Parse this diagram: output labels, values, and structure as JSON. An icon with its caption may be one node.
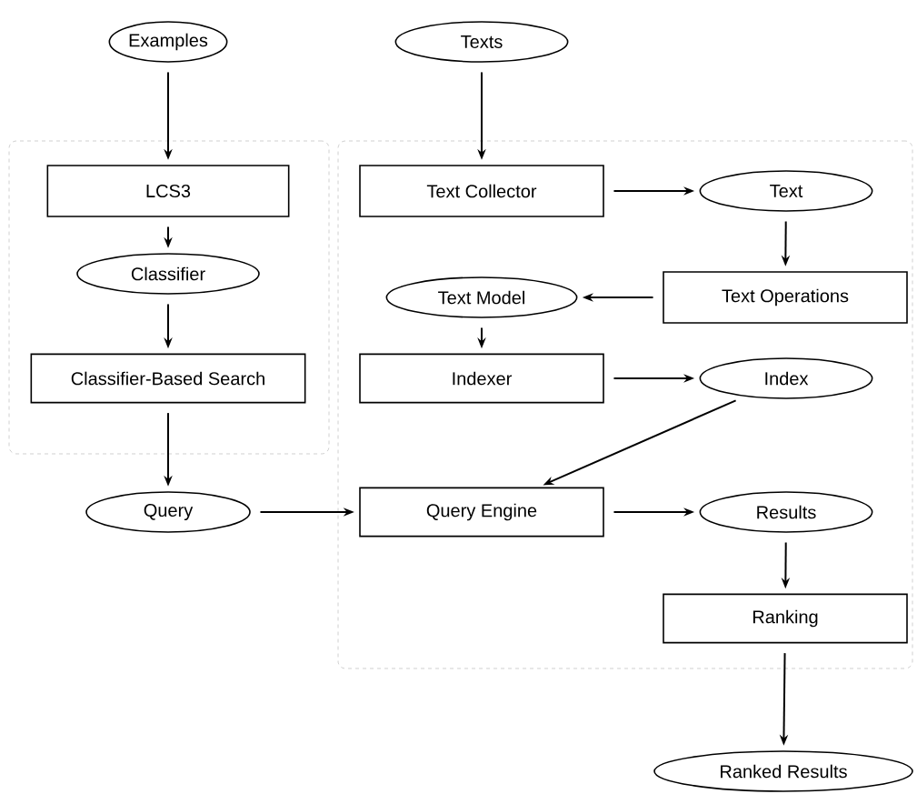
{
  "diagram": {
    "nodes": [
      {
        "text": [
          "Examples"
        ]
      },
      {
        "text": [
          "Texts"
        ]
      },
      {
        "text": [],
        "shape": "box"
      },
      {
        "text": [
          "LCS3"
        ],
        "in": 2
      },
      {
        "text": [
          "Classifier"
        ],
        "in": 2
      },
      {
        "text": [
          "Classifier-Based Search"
        ],
        "in": 2
      },
      {
        "text": [],
        "shape": "box"
      },
      {
        "text": [
          "Text Collector"
        ],
        "in": 6
      },
      {
        "text": [
          "Text"
        ],
        "in": 6
      },
      {
        "text": [
          "Text Operations"
        ],
        "in": 6
      },
      {
        "text": [
          "Text Model"
        ],
        "in": 6
      },
      {
        "text": [
          "Indexer"
        ],
        "in": 6
      },
      {
        "text": [
          "Index"
        ],
        "in": 6
      },
      {
        "text": [
          "Query"
        ]
      },
      {
        "text": [
          "Query Engine"
        ],
        "in": 6
      },
      {
        "text": [
          "Results"
        ],
        "in": 6
      },
      {
        "text": [
          "Ranking"
        ],
        "in": 6
      },
      {
        "text": [
          "Ranked Results"
        ]
      }
    ],
    "edges": [
      {
        "from": 0,
        "to": 3,
        "arrow": "to"
      },
      {
        "from": 1,
        "to": 7,
        "arrow": "to"
      },
      {
        "from": 3,
        "to": 4,
        "arrow": "to"
      },
      {
        "from": 4,
        "to": 5,
        "arrow": "to"
      },
      {
        "from": 5,
        "to": 13,
        "arrow": "to"
      },
      {
        "from": 7,
        "to": 8,
        "arrow": "to"
      },
      {
        "from": 8,
        "to": 9,
        "arrow": "to"
      },
      {
        "from": 9,
        "to": 10,
        "arrow": "to"
      },
      {
        "from": 10,
        "to": 11,
        "arrow": "to"
      },
      {
        "from": 11,
        "to": 12,
        "arrow": "to"
      },
      {
        "from": 12,
        "to": 14,
        "arrow": "to"
      },
      {
        "from": 13,
        "to": 14,
        "arrow": "to"
      },
      {
        "from": 14,
        "to": 15,
        "arrow": "to"
      },
      {
        "from": 15,
        "to": 16,
        "arrow": "to"
      },
      {
        "from": 16,
        "to": 17,
        "arrow": "to"
      }
    ]
  }
}
